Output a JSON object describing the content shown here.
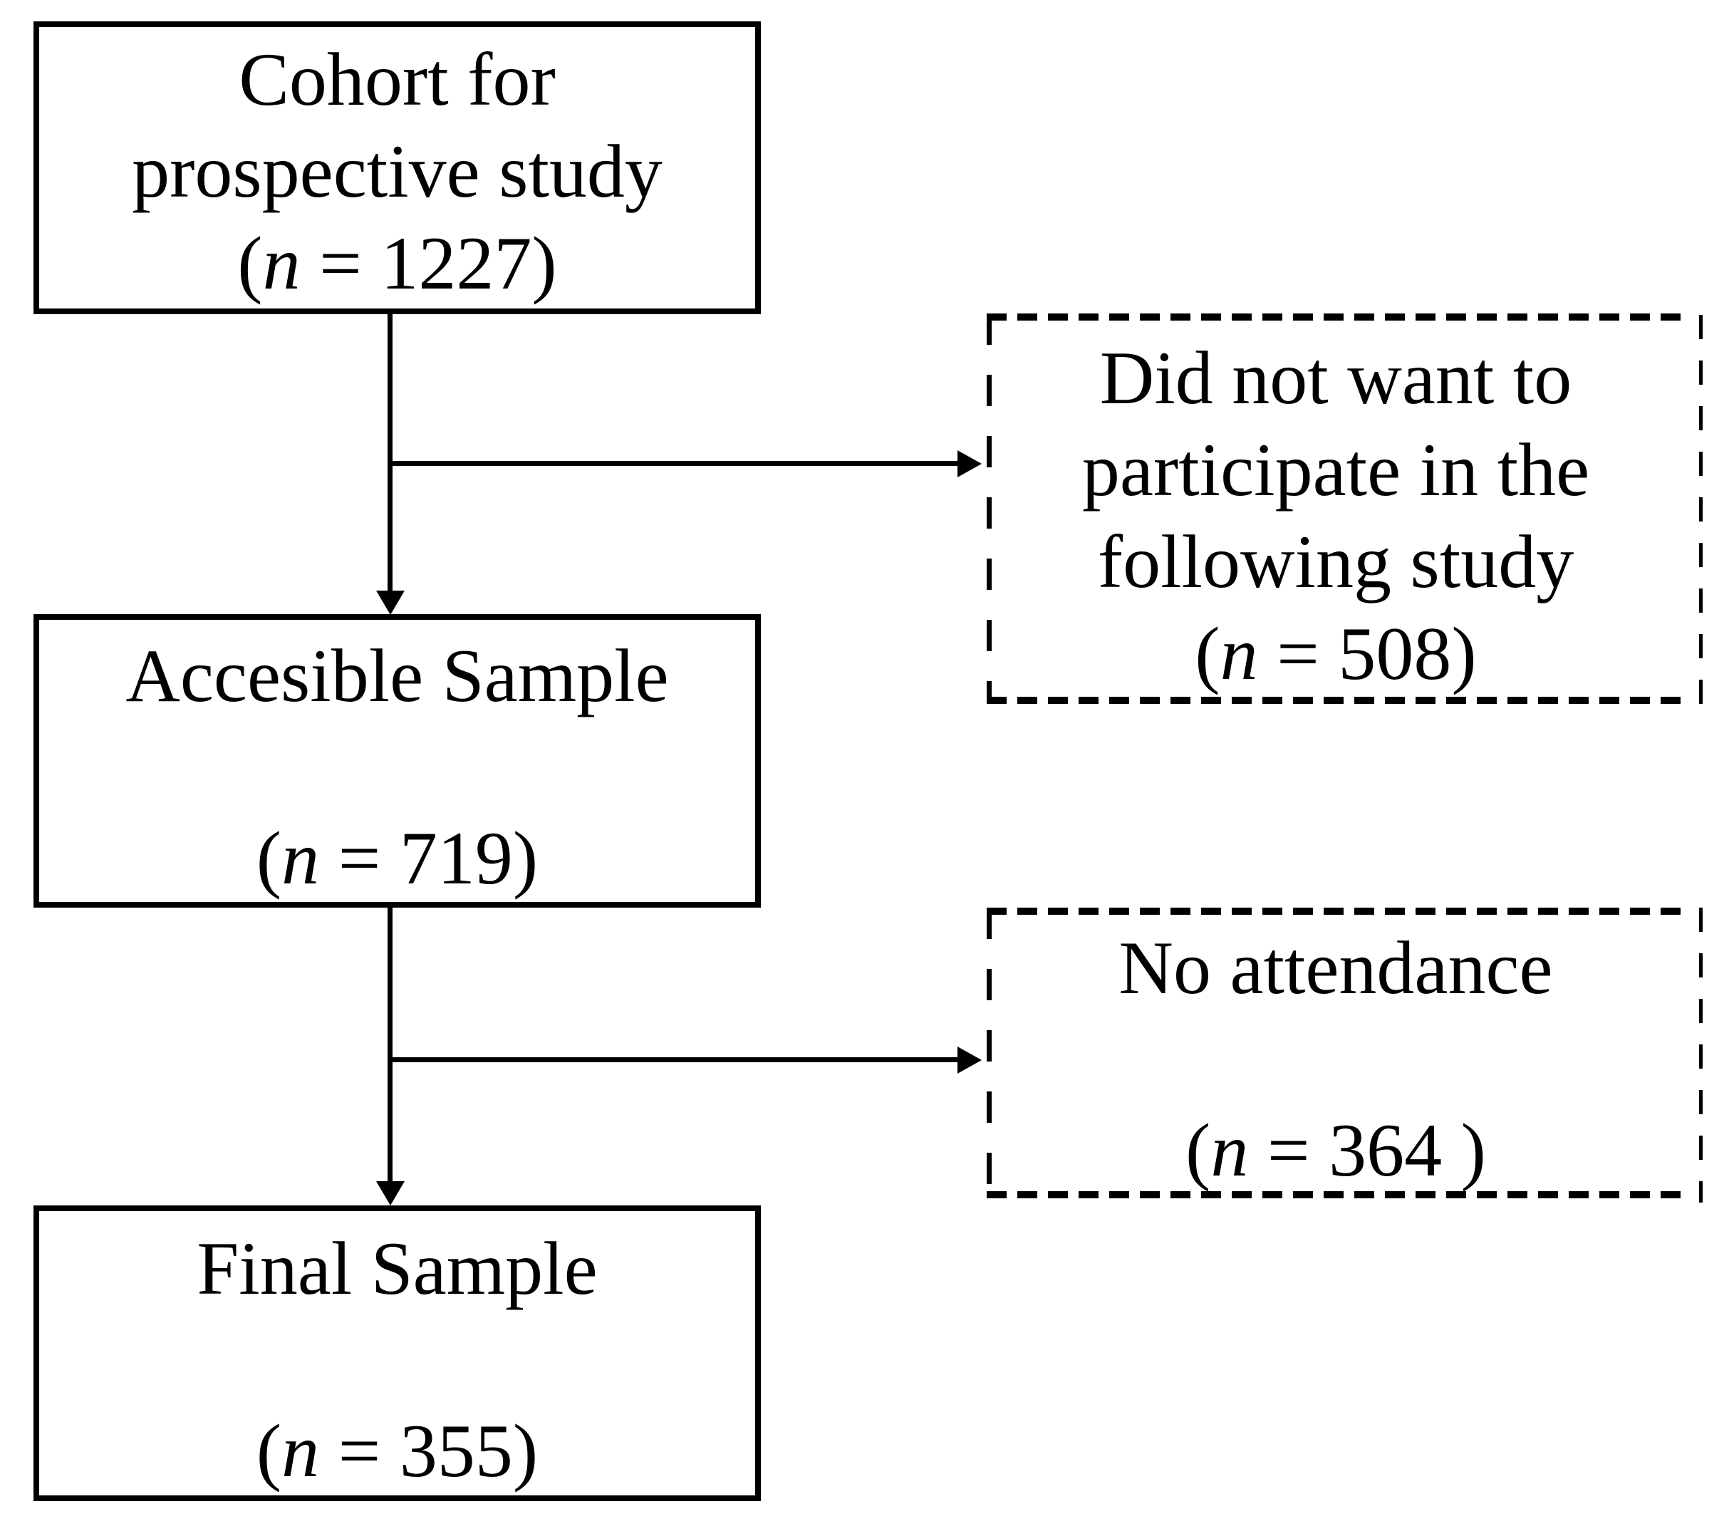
{
  "figure": {
    "background": "#ffffff",
    "line_color": "#000000"
  },
  "boxes": {
    "cohort": {
      "style": "solid",
      "lines": [
        "Cohort for",
        "prospective study"
      ],
      "n_pre": "(",
      "n_it": "n",
      "n_rest": " = 1227)"
    },
    "declined": {
      "style": "dashed",
      "lines": [
        "Did not want to",
        "participate in the",
        "following study"
      ],
      "n_pre": "(",
      "n_it": "n",
      "n_rest": " = 508)"
    },
    "accessible": {
      "style": "solid",
      "lines": [
        "Accesible Sample"
      ],
      "n_pre": "(",
      "n_it": "n",
      "n_rest": " = 719)"
    },
    "no_attendance": {
      "style": "dashed",
      "lines": [
        "No attendance"
      ],
      "n_pre": "(",
      "n_it": "n",
      "n_rest": " = 364 )"
    },
    "final": {
      "style": "solid",
      "lines": [
        "Final Sample"
      ],
      "n_pre": "(",
      "n_it": "n",
      "n_rest": " = 355)"
    }
  }
}
